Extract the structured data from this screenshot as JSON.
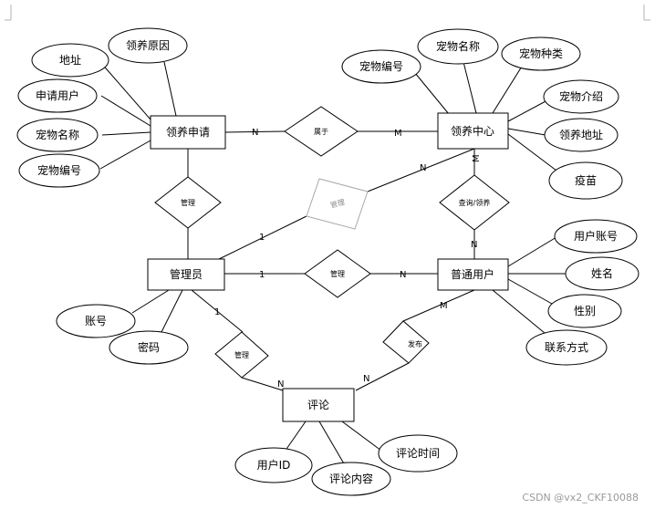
{
  "entities": {
    "adoption_application": "领养申请",
    "adoption_center": "领养中心",
    "admin": "管理员",
    "normal_user": "普通用户",
    "comment": "评论"
  },
  "relationships": {
    "belongs_to": "属于",
    "manage_application": "管理",
    "manage_center": "管理",
    "manage_user": "管理",
    "manage_comment": "管理",
    "view_adopt": "查询/领养",
    "publish": "发布"
  },
  "attributes": {
    "application": [
      "地址",
      "领养原因",
      "申请用户",
      "宠物名称",
      "宠物编号"
    ],
    "center": [
      "宠物编号",
      "宠物名称",
      "宠物种类",
      "宠物介绍",
      "领养地址",
      "疫苗"
    ],
    "admin": [
      "账号",
      "密码"
    ],
    "user": [
      "用户账号",
      "姓名",
      "性别",
      "联系方式"
    ],
    "comment": [
      "用户ID",
      "评论内容",
      "评论时间"
    ]
  },
  "cardinalities": {
    "app_belongs": "N",
    "belongs_center": "M",
    "center_manage_faded": "N",
    "admin_manage_faded": "1",
    "center_view": "M",
    "view_user": "N",
    "admin_manage_user": "1",
    "manage_user_user": "N",
    "admin_manage_comment": "1",
    "manage_comment_comment": "N",
    "comment_publish": "N",
    "publish_user": "M"
  },
  "watermark": "CSDN @vx2_CKF10088"
}
